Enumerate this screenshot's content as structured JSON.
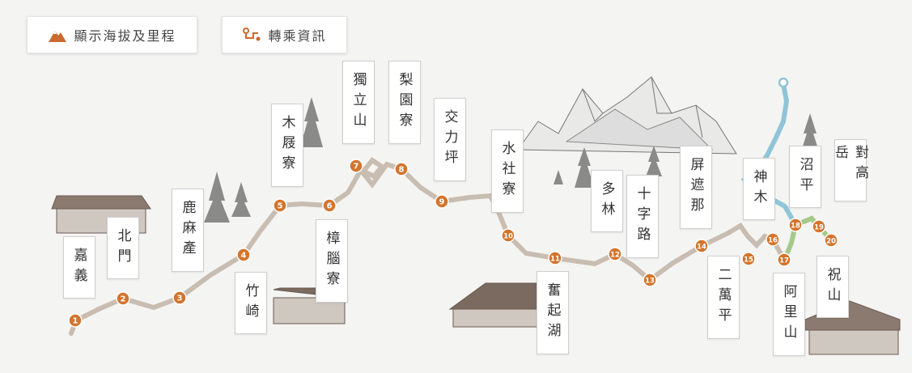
{
  "toolbar": {
    "elevation_label": "顯示海拔及里程",
    "transfer_label": "轉乘資訊",
    "elevation_icon": "mountain-icon",
    "transfer_icon": "route-icon",
    "accent_color": "#c96a2e"
  },
  "colors": {
    "stop_fill": "#d4742c",
    "track_main": "#c8bdb0",
    "track_green": "#a6c98a",
    "track_blue": "#8fc5d6"
  },
  "stops": [
    {
      "num": "1"
    },
    {
      "num": "2"
    },
    {
      "num": "3"
    },
    {
      "num": "4"
    },
    {
      "num": "5"
    },
    {
      "num": "6"
    },
    {
      "num": "7"
    },
    {
      "num": "8"
    },
    {
      "num": "9"
    },
    {
      "num": "10"
    },
    {
      "num": "11"
    },
    {
      "num": "12"
    },
    {
      "num": "13"
    },
    {
      "num": "14"
    },
    {
      "num": "15"
    },
    {
      "num": "16"
    },
    {
      "num": "17"
    },
    {
      "num": "18"
    },
    {
      "num": "19"
    },
    {
      "num": "20"
    }
  ],
  "stations": [
    {
      "name": "嘉義"
    },
    {
      "name": "北門"
    },
    {
      "name": "鹿麻產"
    },
    {
      "name": "竹崎"
    },
    {
      "name": "木屐寮"
    },
    {
      "name": "樟腦寮"
    },
    {
      "name": "獨立山"
    },
    {
      "name": "梨園寮"
    },
    {
      "name": "交力坪"
    },
    {
      "name": "水社寮"
    },
    {
      "name": "奮起湖"
    },
    {
      "name": "多林"
    },
    {
      "name": "十字路"
    },
    {
      "name": "屏遮那"
    },
    {
      "name": "二萬平"
    },
    {
      "name": "神木"
    },
    {
      "name": "阿里山"
    },
    {
      "name": "沼平"
    },
    {
      "name": "對高岳"
    },
    {
      "name": "祝山"
    }
  ]
}
